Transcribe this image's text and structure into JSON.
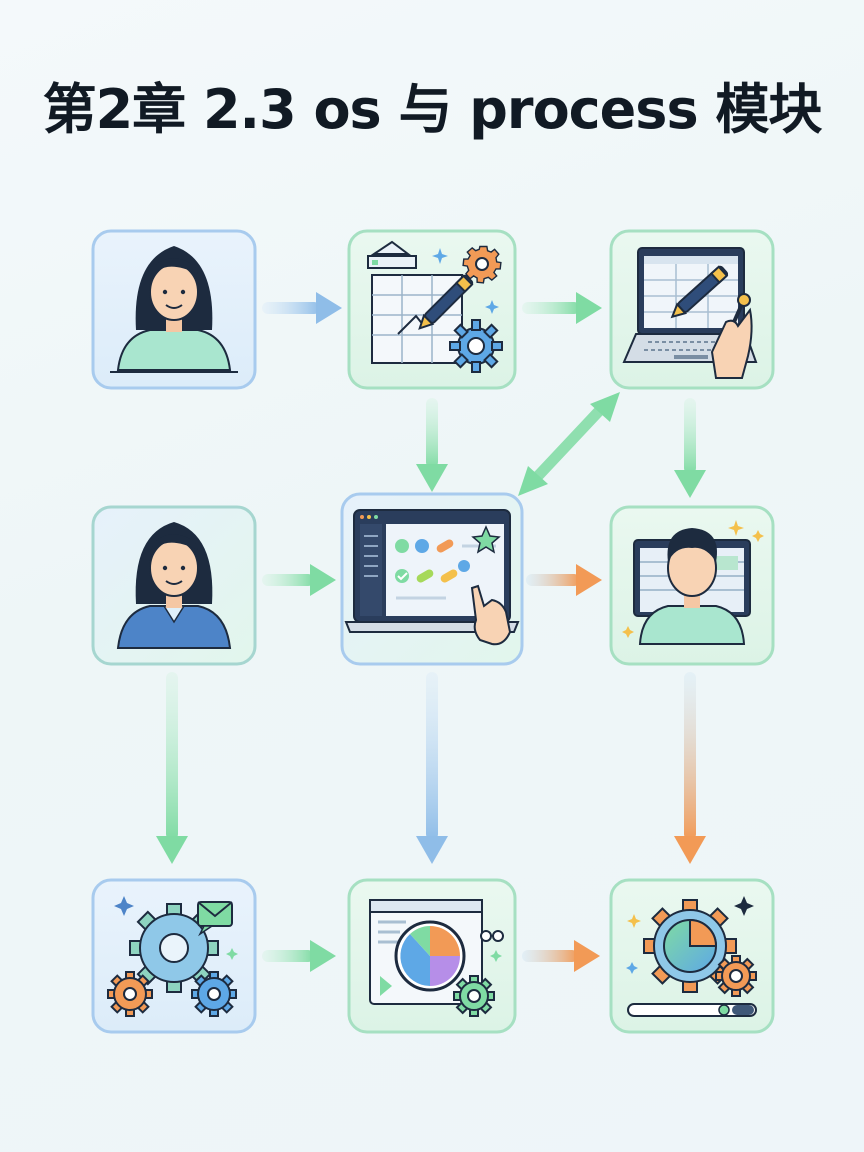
{
  "title": "第2章 2.3 os 与 process 模块",
  "colors": {
    "blue": "#8fbde8",
    "green": "#8fe0ac",
    "orange": "#f29a56",
    "text": "#111a24"
  },
  "nodes": [
    {
      "id": "n1",
      "icon": "woman-avatar-icon"
    },
    {
      "id": "n2",
      "icon": "spreadsheet-pen-gears-icon"
    },
    {
      "id": "n3",
      "icon": "laptop-pen-hand-icon"
    },
    {
      "id": "n4",
      "icon": "woman-avatar-blue-icon"
    },
    {
      "id": "n5",
      "icon": "laptop-touch-dashboard-icon"
    },
    {
      "id": "n6",
      "icon": "man-at-screen-icon"
    },
    {
      "id": "n7",
      "icon": "gears-message-icon"
    },
    {
      "id": "n8",
      "icon": "pie-chart-window-icon"
    },
    {
      "id": "n9",
      "icon": "gear-pie-progress-icon"
    }
  ],
  "edges": [
    {
      "from": "n1",
      "to": "n2"
    },
    {
      "from": "n2",
      "to": "n3"
    },
    {
      "from": "n2",
      "to": "n5"
    },
    {
      "from": "n3",
      "to": "n6"
    },
    {
      "from": "n5",
      "to": "n3",
      "bidirectional": true
    },
    {
      "from": "n4",
      "to": "n5"
    },
    {
      "from": "n5",
      "to": "n6"
    },
    {
      "from": "n4",
      "to": "n7"
    },
    {
      "from": "n5",
      "to": "n8"
    },
    {
      "from": "n6",
      "to": "n9"
    },
    {
      "from": "n7",
      "to": "n8"
    },
    {
      "from": "n8",
      "to": "n9"
    }
  ]
}
